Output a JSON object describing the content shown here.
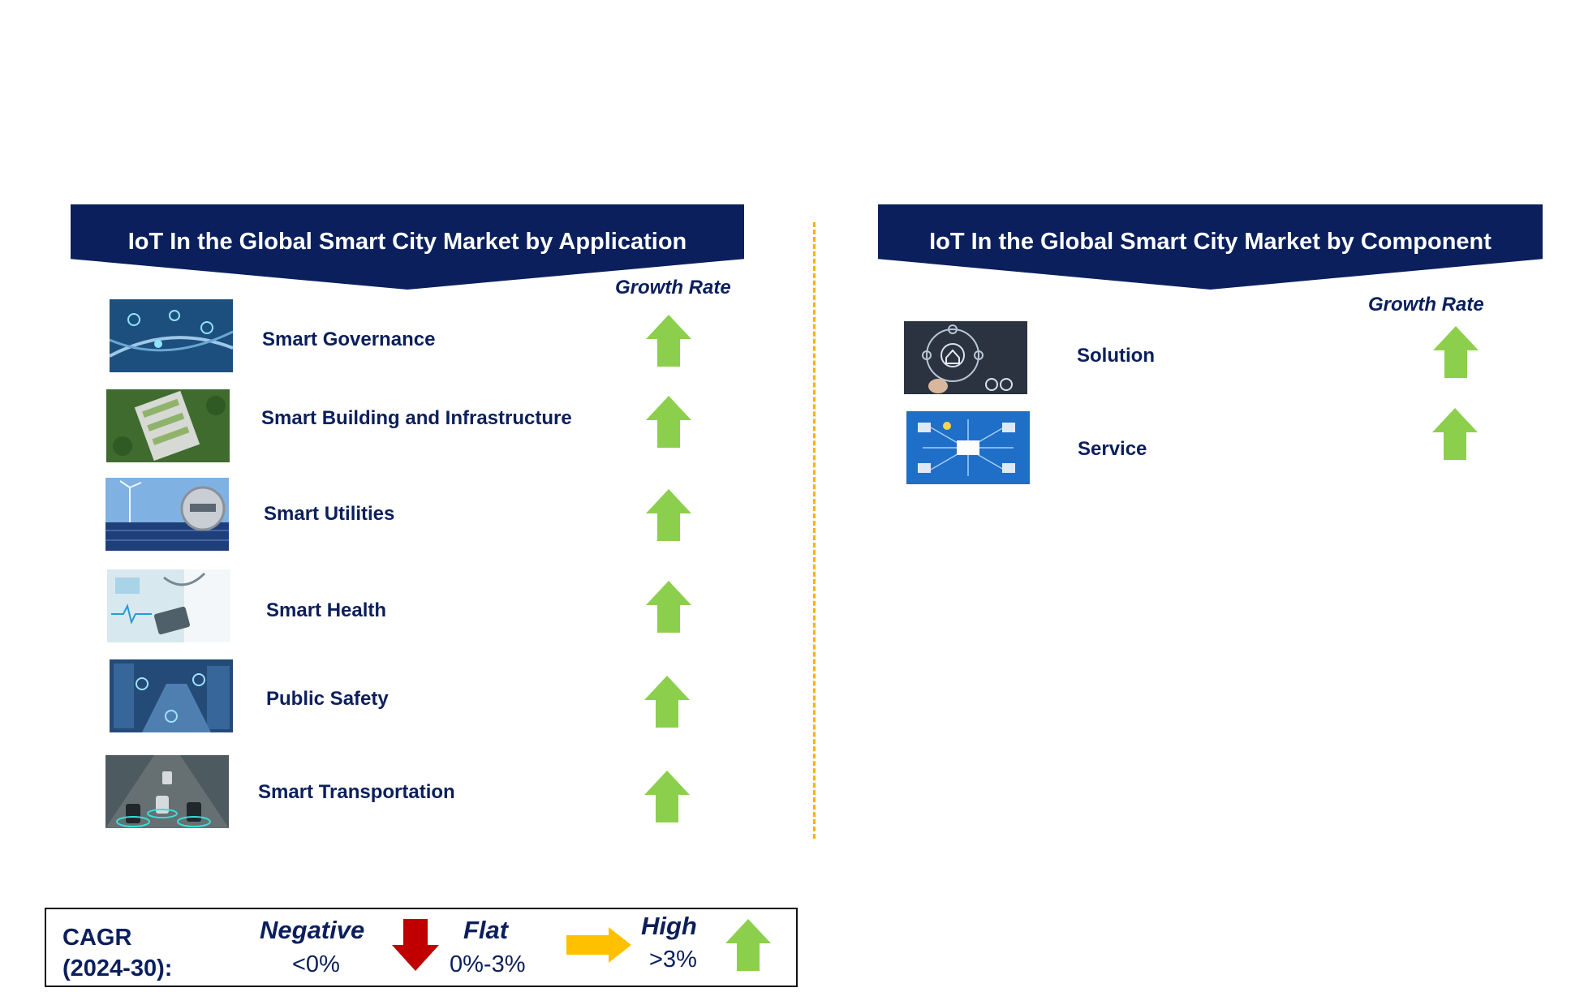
{
  "left_panel": {
    "title": "IoT In the Global Smart City Market by Application",
    "growth_rate_label": "Growth Rate",
    "items": [
      {
        "label": "Smart Governance",
        "trend": "high"
      },
      {
        "label": "Smart Building and Infrastructure",
        "trend": "high"
      },
      {
        "label": "Smart Utilities",
        "trend": "high"
      },
      {
        "label": "Smart Health",
        "trend": "high"
      },
      {
        "label": "Public Safety",
        "trend": "high"
      },
      {
        "label": "Smart Transportation",
        "trend": "high"
      }
    ]
  },
  "right_panel": {
    "title": "IoT In the Global Smart City Market by Component",
    "growth_rate_label": "Growth Rate",
    "items": [
      {
        "label": "Solution",
        "trend": "high"
      },
      {
        "label": "Service",
        "trend": "high"
      }
    ]
  },
  "legend": {
    "cagr_line1": "CAGR",
    "cagr_line2": "(2024-30):",
    "negative_label": "Negative",
    "negative_range": "<0%",
    "flat_label": "Flat",
    "flat_range": "0%-3%",
    "high_label": "High",
    "high_range": ">3%"
  },
  "colors": {
    "banner": "#0a1f5c",
    "text": "#0b1f5c",
    "up_arrow": "#8ccf4d",
    "down_arrow": "#c00000",
    "flat_arrow": "#ffc000",
    "divider": "#f4b400"
  },
  "icons": {
    "up": "green-up-arrow-icon",
    "down": "red-down-arrow-icon",
    "flat": "yellow-right-arrow-icon"
  }
}
